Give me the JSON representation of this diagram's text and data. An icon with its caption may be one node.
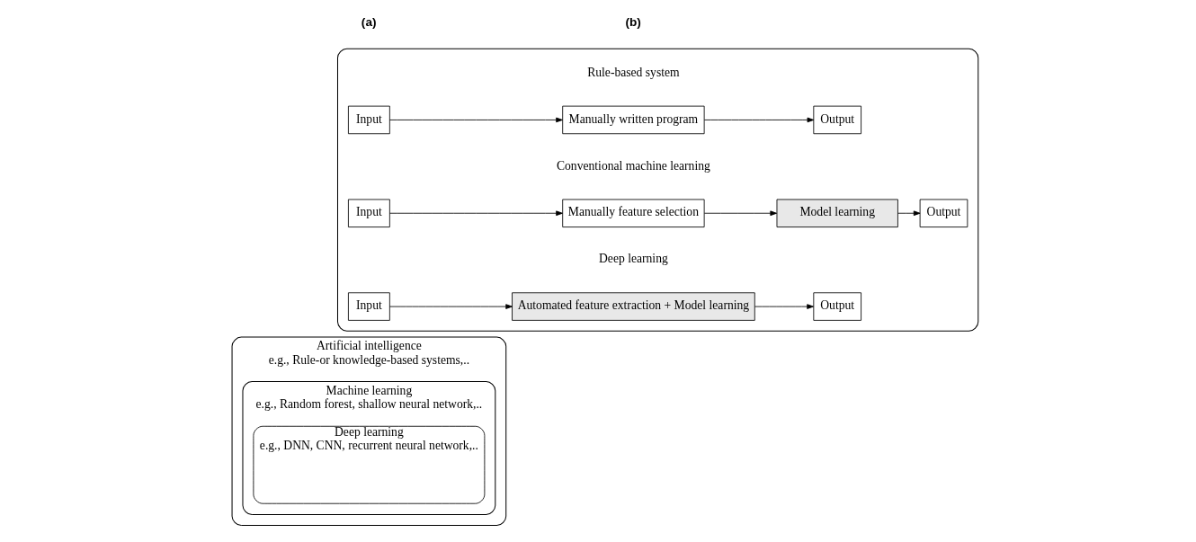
{
  "diagram": {
    "nodes": [
      {
        "text": [
          "Artificial intelligence",
          "e.g., Rule-or knowledge-based systems,.."
        ]
      },
      {
        "text": [
          "Machine learning",
          "e.g., Random forest, shallow neural network,.."
        ],
        "in": 0
      },
      {
        "text": [
          "Deep learning",
          "e.g., DNN, CNN, recurrent neural network,.."
        ],
        "in": 1
      },
      {
        "text": [],
        "shape": "box"
      },
      {
        "text": [
          "Input"
        ],
        "in": 3
      },
      {
        "text": [
          "Manually written program"
        ],
        "in": 3
      },
      {
        "text": [
          "Output"
        ],
        "in": 3
      },
      {
        "text": [
          "Input"
        ],
        "in": 3
      },
      {
        "text": [
          "Manually feature selection"
        ],
        "in": 3
      },
      {
        "text": [
          "Model learning"
        ],
        "in": 3
      },
      {
        "text": [
          "Output"
        ],
        "in": 3
      },
      {
        "text": [
          "Input"
        ],
        "in": 3
      },
      {
        "text": [
          "Automated feature extraction + Model learning"
        ],
        "in": 3
      },
      {
        "text": [
          "Output"
        ],
        "in": 3
      }
    ],
    "edges": [
      {
        "from": 4,
        "to": 5,
        "arrow": "to"
      },
      {
        "from": 5,
        "to": 6,
        "arrow": "to"
      },
      {
        "from": 7,
        "to": 8,
        "arrow": "to"
      },
      {
        "from": 8,
        "to": 9,
        "arrow": "to"
      },
      {
        "from": 9,
        "to": 10,
        "arrow": "to"
      },
      {
        "from": 11,
        "to": 12,
        "arrow": "to"
      },
      {
        "from": 12,
        "to": 13,
        "arrow": "to"
      }
    ],
    "labels": [
      "Rule-based system",
      "Conventional machine learning",
      "Deep learning",
      "(a)",
      "(b)"
    ]
  }
}
